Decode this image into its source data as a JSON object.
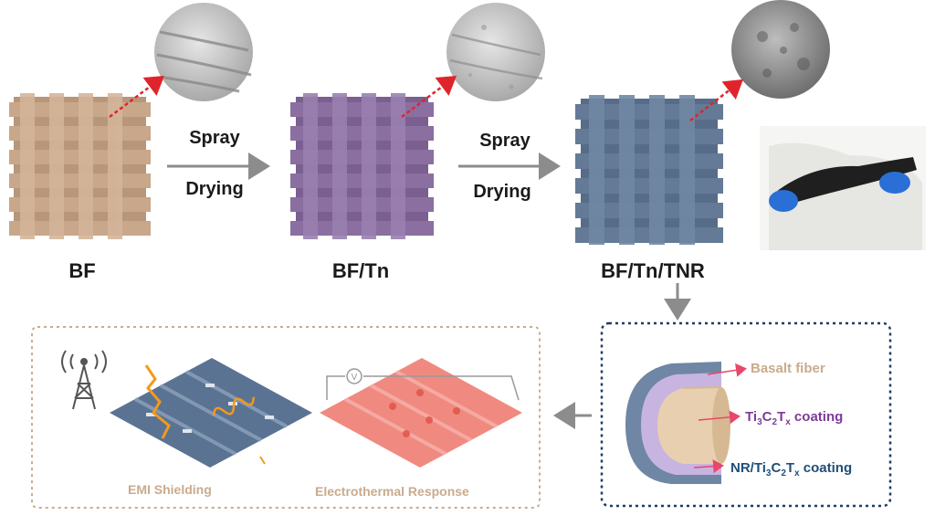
{
  "steps": {
    "bf": "BF",
    "bf_tn": "BF/Tn",
    "bf_tn_tnr": "BF/Tn/TNR",
    "spray_1": "Spray",
    "drying_1": "Drying",
    "spray_2": "Spray",
    "drying_2": "Drying"
  },
  "structure": {
    "basalt": "Basalt fiber",
    "ti_prefix": "Ti",
    "ti_sub1": "3",
    "ti_mid": "C",
    "ti_sub2": "2",
    "ti_mid2": "T",
    "ti_sub3": "x",
    "ti_suffix": " coating",
    "nr_prefix": "NR/Ti",
    "nr_sub1": "3",
    "nr_mid": "C",
    "nr_sub2": "2",
    "nr_mid2": "T",
    "nr_sub3": "x",
    "nr_suffix": " coating"
  },
  "applications": {
    "emi": "EMI Shielding",
    "electrothermal": "Electrothermal Response"
  },
  "colors": {
    "bf": "#c8a78a",
    "bf_dark": "#b8967a",
    "bf_tn": "#8a6fa0",
    "bf_tn_dark": "#7a5f90",
    "bf_tnr": "#647a96",
    "bf_tnr_dark": "#566c88",
    "arrow": "#8c8c8c",
    "pointer": "#e0242b",
    "box_dashed_navy": "#1f3b63",
    "box_dashed_tan": "#c9ab8c",
    "basalt_label": "#c9ab8c",
    "ti_label": "#7d3c98",
    "nr_label": "#1f4e79",
    "electro": "#f08a80"
  }
}
